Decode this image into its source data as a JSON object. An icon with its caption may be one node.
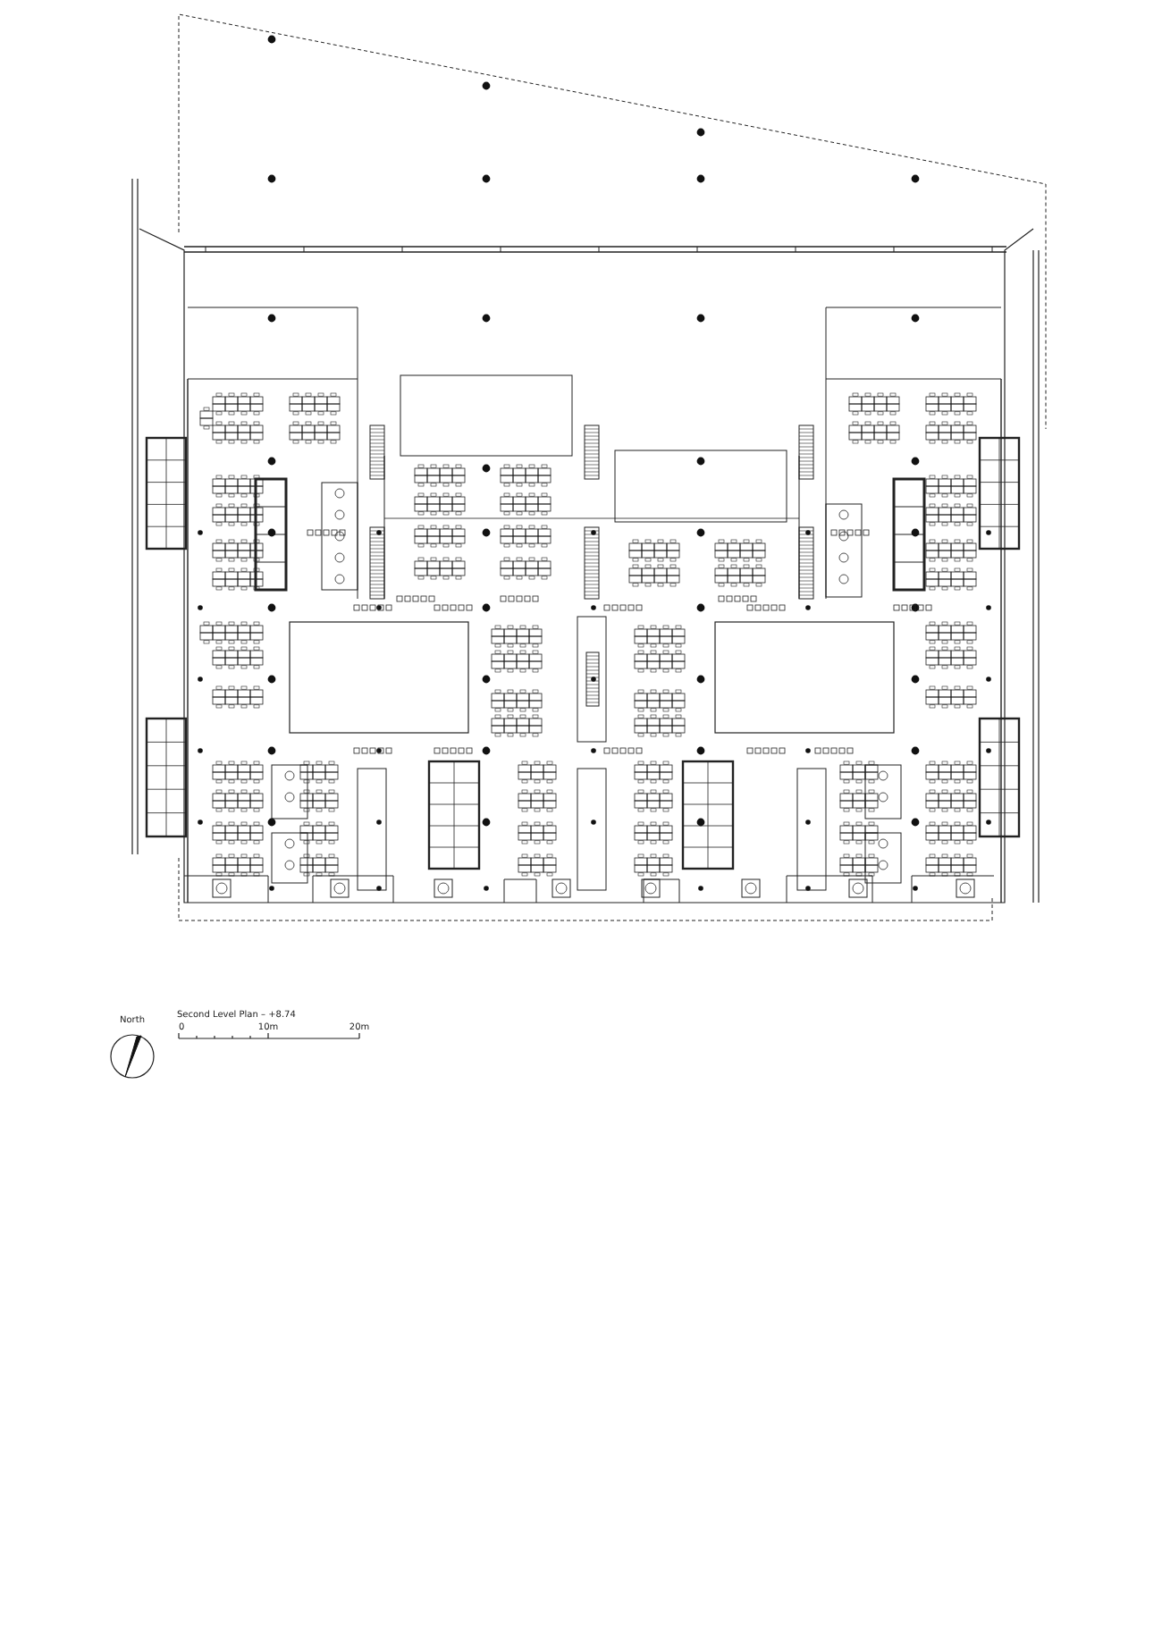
{
  "diagram": {
    "title": "Second Level Plan – +8.74",
    "labels": [
      "North",
      "0",
      "10m",
      "20m"
    ]
  }
}
